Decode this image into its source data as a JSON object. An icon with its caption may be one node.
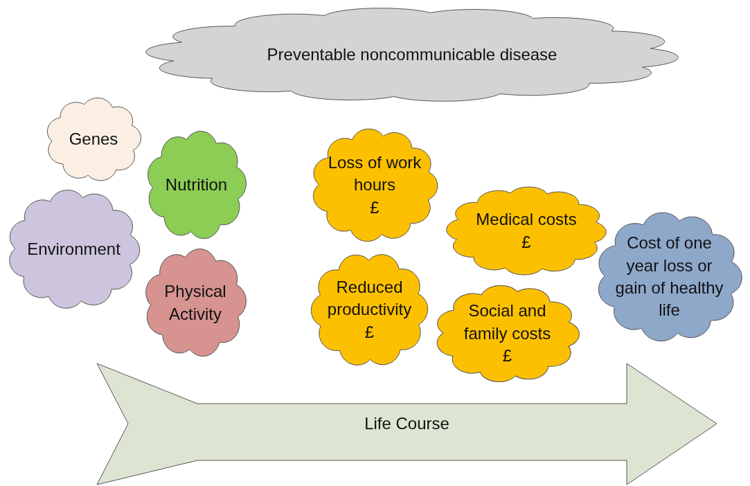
{
  "diagram": {
    "nodes": [
      {
        "text": [
          "Preventable noncommunicable disease"
        ]
      },
      {
        "text": [
          "Genes"
        ]
      },
      {
        "text": [
          "Nutrition"
        ]
      },
      {
        "text": [
          "Environment"
        ]
      },
      {
        "text": [
          "Physical Activity"
        ]
      },
      {
        "text": [
          "Loss of work hours",
          "£"
        ]
      },
      {
        "text": [
          "Medical costs",
          "£"
        ]
      },
      {
        "text": [
          "Reduced productivity",
          "£"
        ]
      },
      {
        "text": [
          "Social and family costs",
          "£"
        ]
      },
      {
        "text": [
          "Cost of one year loss or gain of healthy life"
        ]
      },
      {
        "text": [
          "Life Course"
        ]
      }
    ],
    "edges": []
  }
}
